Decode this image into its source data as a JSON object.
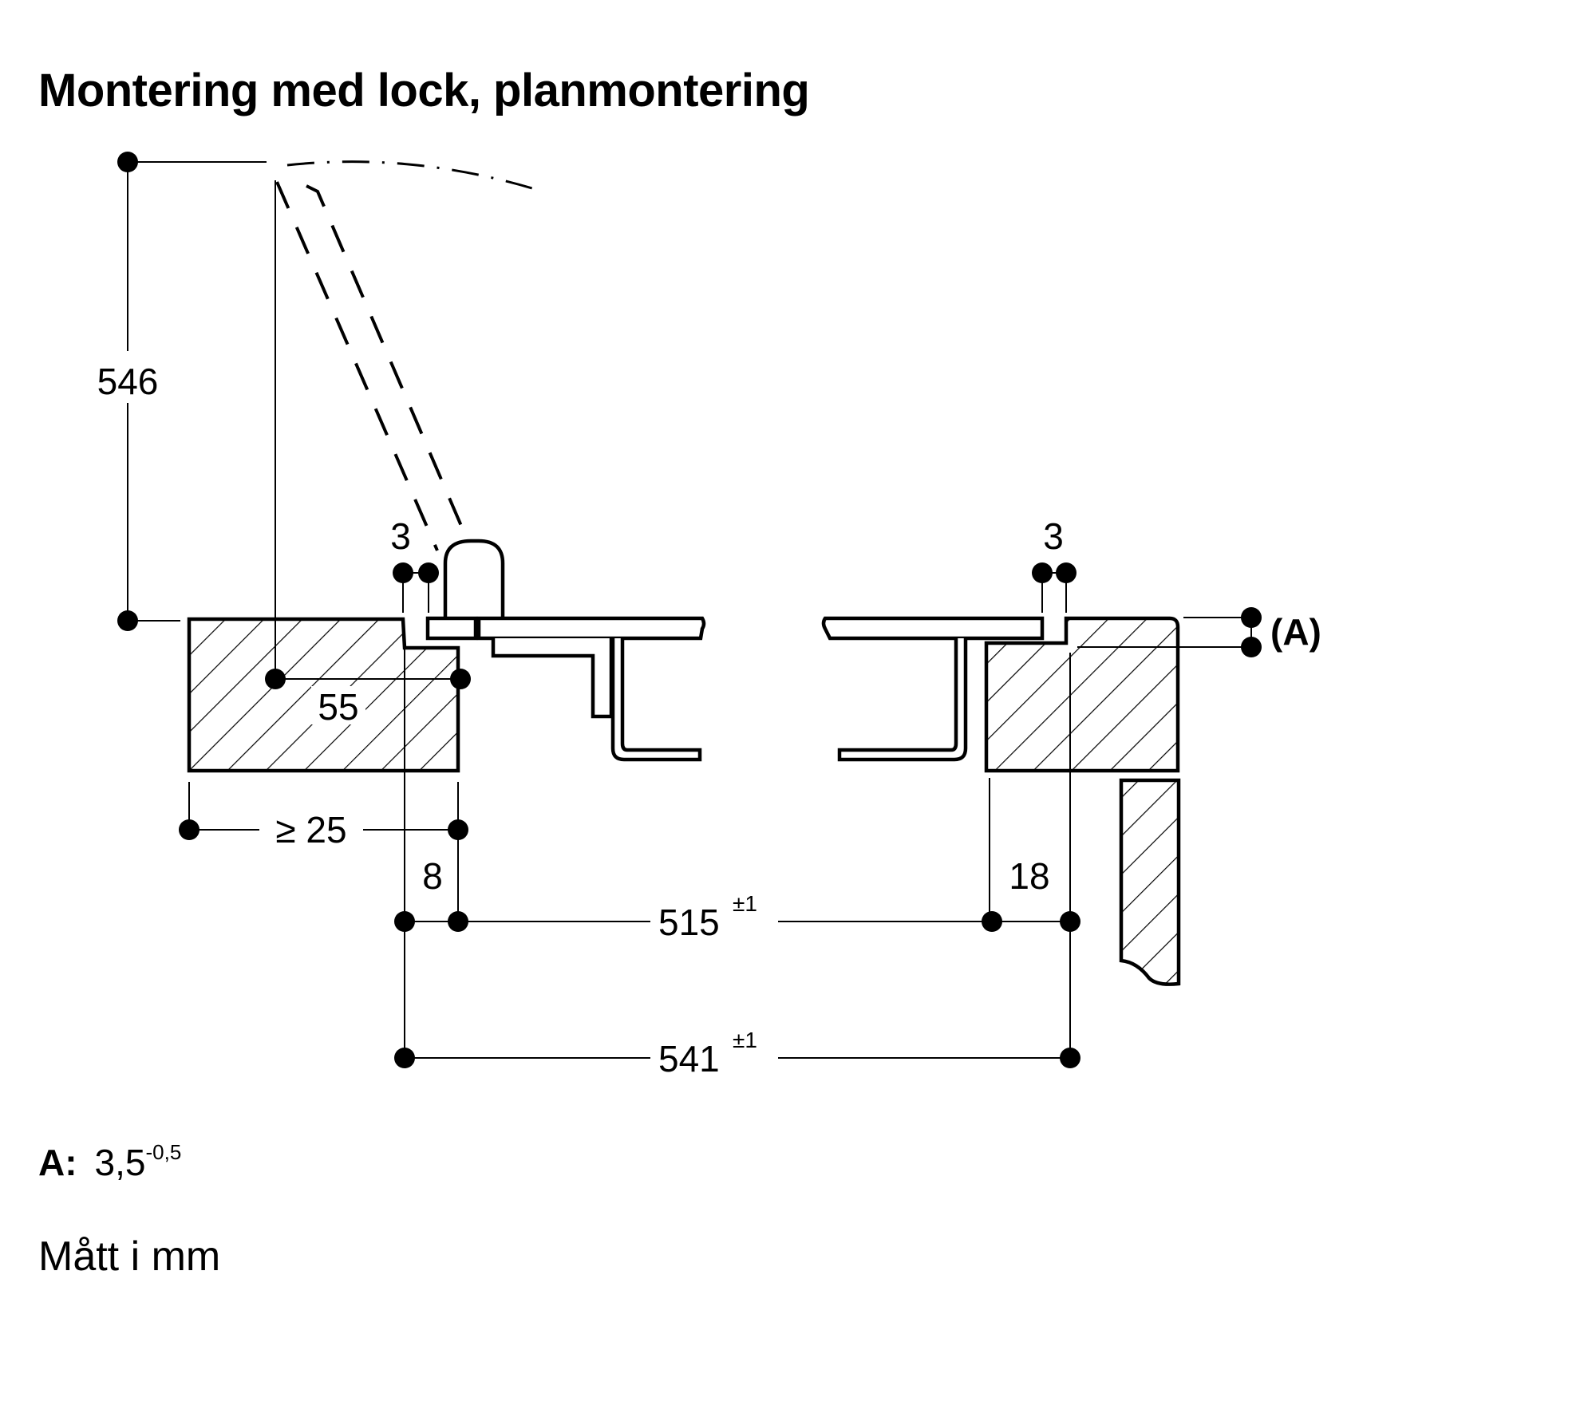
{
  "title": "Montering med lock, planmontering",
  "dimensions": {
    "lid_height": "546",
    "gap_left": "3",
    "gap_right": "3",
    "hinge_offset": "55",
    "min_edge": "≥ 25",
    "left_step": "8",
    "right_step": "18",
    "cutout_width": "515",
    "cutout_width_tol": "±1",
    "overall_width": "541",
    "overall_width_tol": "±1",
    "rebate_label": "(A)"
  },
  "legend": {
    "a_key": "A:",
    "a_value": "3,5",
    "a_tolerance": "-0,5",
    "units": "Mått i mm"
  }
}
